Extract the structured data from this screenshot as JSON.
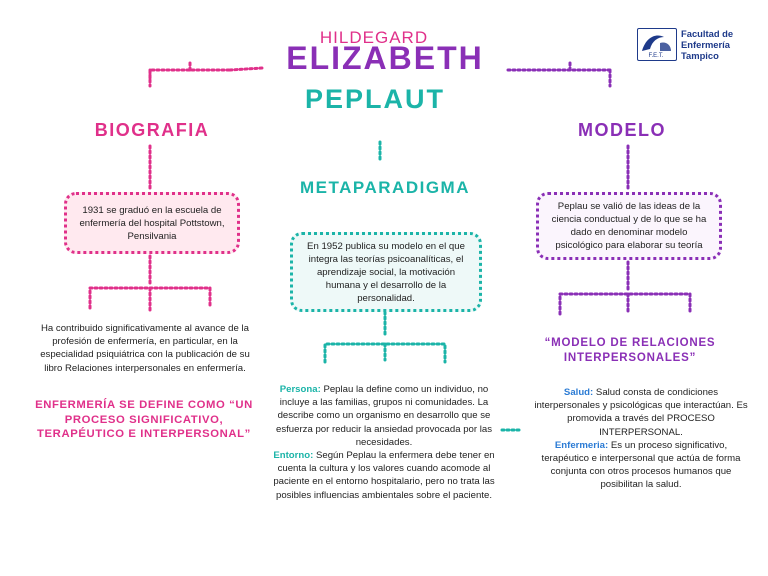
{
  "title": {
    "first": "HILDEGARD",
    "middle": "ELIZABETH",
    "last": "PEPLAUT"
  },
  "logo": {
    "line1": "Facultad de",
    "line2": "Enfermería",
    "line3": "Tampico",
    "emblem_text": "F.E.T."
  },
  "biografia": {
    "heading": "BIOGRAFIA",
    "box_text": "1931 se graduó en la escuela de enfermería del hospital Pottstown, Pensilvania",
    "paragraph": "Ha contribuido significativamente al avance de la profesión de enfermería, en particular, en la especialidad psiquiátrica con la publicación de su libro Relaciones interpersonales en enfermería.",
    "definition": "ENFERMERÍA SE DEFINE COMO “UN PROCESO SIGNIFICATIVO, TERAPÉUTICO E INTERPERSONAL”"
  },
  "metaparadigma": {
    "heading": "METAPARADIGMA",
    "box_text": "En 1952 publica su modelo en el que integra las teorías psicoanalíticas, el aprendizaje social, la motivación humana y el desarrollo de la personalidad.",
    "persona_label": "Persona:",
    "persona_text": " Peplau la define como un individuo, no incluye a las familias, grupos ni comunidades. La describe como un organismo en desarrollo que se esfuerza por reducir la ansiedad provocada por las necesidades.",
    "entorno_label": "Entorno:",
    "entorno_text": " Según Peplau la enfermera debe tener en cuenta la cultura y los valores cuando acomode al paciente en el entorno hospitalario, pero no trata las posibles influencias ambientales sobre el paciente."
  },
  "modelo": {
    "heading": "MODELO",
    "box_text": "Peplau se valió de las ideas de la ciencia conductual y de lo que se ha dado en denominar modelo psicológico para elaborar su teoría",
    "model_title": "“MODELO DE RELACIONES INTERPERSONALES”",
    "salud_label": "Salud:",
    "salud_text": " Salud consta de condiciones interpersonales y psicológicas que interactúan. Es promovida a través del PROCESO INTERPERSONAL.",
    "enfermeria_label": "Enfermeria:",
    "enfermeria_text": " Es un proceso significativo, terapéutico e interpersonal que actúa de forma conjunta con otros procesos humanos que posibilitan la salud."
  },
  "colors": {
    "pink": "#e0308a",
    "purple": "#8a2fb6",
    "teal": "#1bb4a8",
    "blue": "#2b7bd4",
    "navy": "#1e3a8a"
  }
}
